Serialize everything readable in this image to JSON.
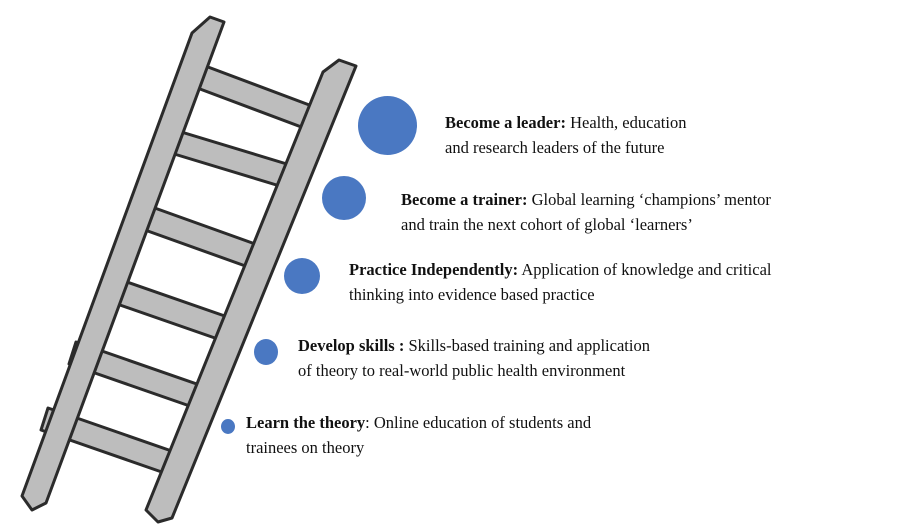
{
  "steps": [
    {
      "title": "Become a leader:",
      "desc_line1": "Health, education",
      "desc_line2": "and research leaders of the future"
    },
    {
      "title": "Become a trainer:",
      "desc_line1": "Global learning ‘champions’ mentor",
      "desc_line2": "and train the next cohort of global ‘learners’"
    },
    {
      "title": "Practice Independently:",
      "desc_line1": "Application of knowledge and critical",
      "desc_line2": "thinking into evidence based practice"
    },
    {
      "title": "Develop skills :",
      "desc_line1": "Skills-based training and application",
      "desc_line2": "of theory to real-world public health environment"
    },
    {
      "title": "Learn the theory",
      "desc_line1": ": Online education of students and",
      "desc_line2": "trainees on theory"
    }
  ],
  "colors": {
    "dot": "#4a78c2",
    "rail": "#bdbdbd",
    "outline": "#2b2b2b"
  }
}
